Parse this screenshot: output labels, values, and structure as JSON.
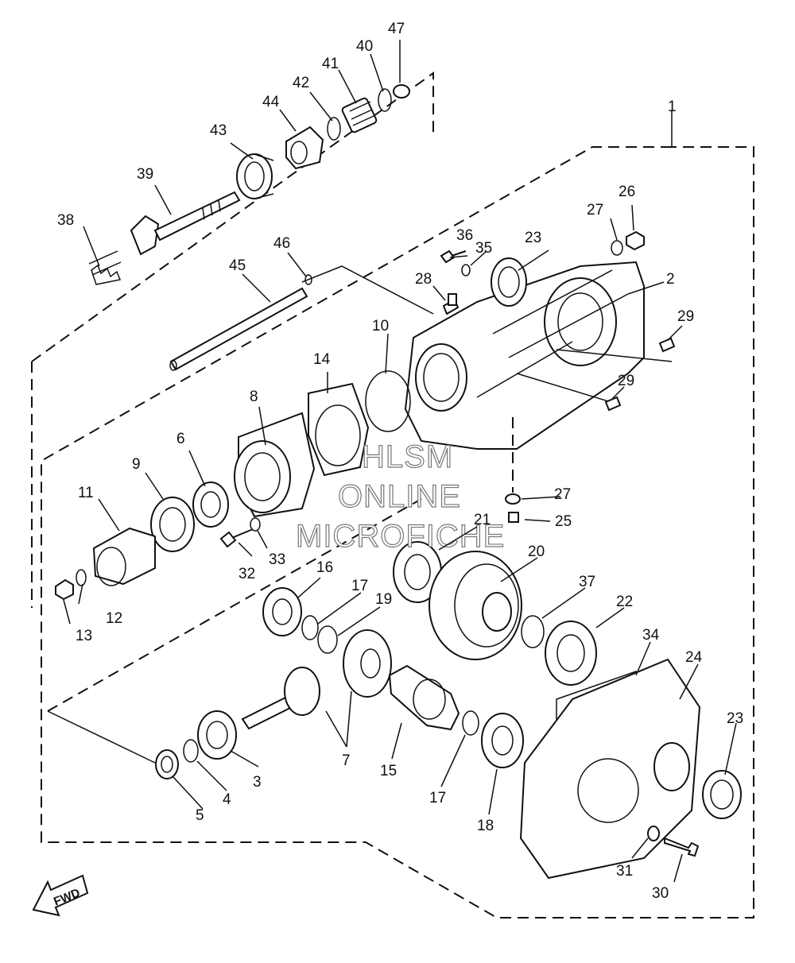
{
  "callouts": [
    "1",
    "2",
    "3",
    "4",
    "5",
    "6",
    "7",
    "8",
    "9",
    "10",
    "11",
    "12",
    "13",
    "14",
    "15",
    "16",
    "17",
    "17",
    "18",
    "19",
    "20",
    "21",
    "22",
    "23",
    "23",
    "24",
    "25",
    "26",
    "27",
    "27",
    "28",
    "29",
    "29",
    "30",
    "31",
    "32",
    "33",
    "34",
    "35",
    "36",
    "37",
    "38",
    "39",
    "40",
    "41",
    "42",
    "43",
    "44",
    "45",
    "46",
    "47"
  ],
  "watermark": {
    "line1": "HLSM",
    "line2": "ONLINE",
    "line3": "MICROFICHE"
  },
  "direction_label": "FWD",
  "colors": {
    "ink": "#111111",
    "background": "#ffffff",
    "watermark_outline": "#777777"
  }
}
